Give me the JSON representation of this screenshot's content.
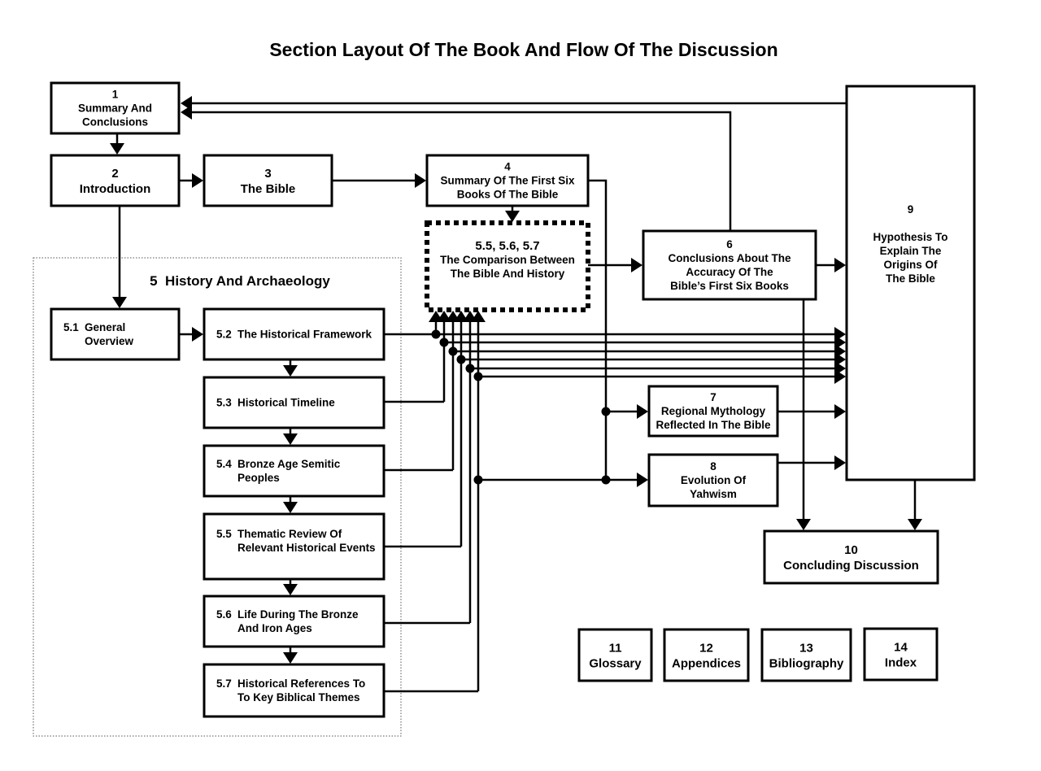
{
  "title": "Section Layout Of The Book And Flow Of The Discussion",
  "group": {
    "id": "5",
    "label": "5  History And Archaeology"
  },
  "nodes": [
    {
      "id": "1",
      "lines": [
        "1",
        "Summary And",
        "Conclusions"
      ],
      "align": "center"
    },
    {
      "id": "2",
      "lines": [
        "2",
        "Introduction"
      ],
      "align": "center",
      "large": true
    },
    {
      "id": "3",
      "lines": [
        "3",
        "The Bible"
      ],
      "align": "center",
      "large": true
    },
    {
      "id": "4",
      "lines": [
        "4",
        "Summary Of The First Six",
        "Books Of The Bible"
      ],
      "align": "center"
    },
    {
      "id": "5c",
      "lines": [
        "5.5, 5.6, 5.7",
        "The Comparison Between",
        "The Bible And History"
      ],
      "align": "center",
      "dotted": true
    },
    {
      "id": "6",
      "lines": [
        "6",
        "Conclusions About The",
        "Accuracy Of The",
        "Bible’s First Six Books"
      ],
      "align": "center"
    },
    {
      "id": "7",
      "lines": [
        "7",
        "Regional Mythology",
        "Reflected In The Bible"
      ],
      "align": "center"
    },
    {
      "id": "8",
      "lines": [
        "8",
        "Evolution Of",
        "Yahwism"
      ],
      "align": "center"
    },
    {
      "id": "9",
      "lines": [
        "9",
        "",
        "Hypothesis To",
        "Explain The",
        "Origins Of",
        "The Bible"
      ],
      "align": "center"
    },
    {
      "id": "10",
      "lines": [
        "10",
        "Concluding Discussion"
      ],
      "align": "center",
      "large": true
    },
    {
      "id": "5.1",
      "num": "5.1",
      "lines": [
        "General",
        "Overview"
      ],
      "align": "left"
    },
    {
      "id": "5.2",
      "num": "5.2",
      "lines": [
        "The Historical Framework"
      ],
      "align": "left"
    },
    {
      "id": "5.3",
      "num": "5.3",
      "lines": [
        "Historical Timeline"
      ],
      "align": "left"
    },
    {
      "id": "5.4",
      "num": "5.4",
      "lines": [
        "Bronze Age Semitic",
        "Peoples"
      ],
      "align": "left"
    },
    {
      "id": "5.5",
      "num": "5.5",
      "lines": [
        "Thematic Review Of",
        "Relevant Historical Events"
      ],
      "align": "left"
    },
    {
      "id": "5.6",
      "num": "5.6",
      "lines": [
        "Life During The Bronze",
        "And Iron Ages"
      ],
      "align": "left"
    },
    {
      "id": "5.7",
      "num": "5.7",
      "lines": [
        "Historical References To",
        "To Key Biblical Themes"
      ],
      "align": "left"
    },
    {
      "id": "11",
      "lines": [
        "11",
        "Glossary"
      ],
      "align": "center",
      "large": true
    },
    {
      "id": "12",
      "lines": [
        "12",
        "Appendices"
      ],
      "align": "center",
      "large": true
    },
    {
      "id": "13",
      "lines": [
        "13",
        "Bibliography"
      ],
      "align": "center",
      "large": true
    },
    {
      "id": "14",
      "lines": [
        "14",
        "Index"
      ],
      "align": "center",
      "large": true
    }
  ],
  "edges": [
    {
      "from": "1",
      "to": "2"
    },
    {
      "from": "2",
      "to": "3"
    },
    {
      "from": "3",
      "to": "4"
    },
    {
      "from": "4",
      "to": "5c"
    },
    {
      "from": "2",
      "to": "5.1"
    },
    {
      "from": "5.1",
      "to": "5.2"
    },
    {
      "from": "5.2",
      "to": "5.3"
    },
    {
      "from": "5.3",
      "to": "5.4"
    },
    {
      "from": "5.4",
      "to": "5.5"
    },
    {
      "from": "5.5",
      "to": "5.6"
    },
    {
      "from": "5.6",
      "to": "5.7"
    },
    {
      "from": "5.2",
      "to": "5c"
    },
    {
      "from": "5.3",
      "to": "5c"
    },
    {
      "from": "5.4",
      "to": "5c"
    },
    {
      "from": "5.5",
      "to": "5c"
    },
    {
      "from": "5.6",
      "to": "5c"
    },
    {
      "from": "5.7",
      "to": "5c"
    },
    {
      "from": "5.2",
      "to": "9"
    },
    {
      "from": "5.3",
      "to": "9"
    },
    {
      "from": "5.4",
      "to": "9"
    },
    {
      "from": "5.5",
      "to": "9"
    },
    {
      "from": "5.6",
      "to": "9"
    },
    {
      "from": "5.7",
      "to": "9"
    },
    {
      "from": "5c",
      "to": "6"
    },
    {
      "from": "4",
      "to": "7"
    },
    {
      "from": "4",
      "to": "8"
    },
    {
      "from": "5.7",
      "to": "8"
    },
    {
      "from": "6",
      "to": "9"
    },
    {
      "from": "6",
      "to": "1"
    },
    {
      "from": "9",
      "to": "1"
    },
    {
      "from": "7",
      "to": "9"
    },
    {
      "from": "8",
      "to": "9"
    },
    {
      "from": "6",
      "to": "10"
    },
    {
      "from": "9",
      "to": "10"
    }
  ]
}
